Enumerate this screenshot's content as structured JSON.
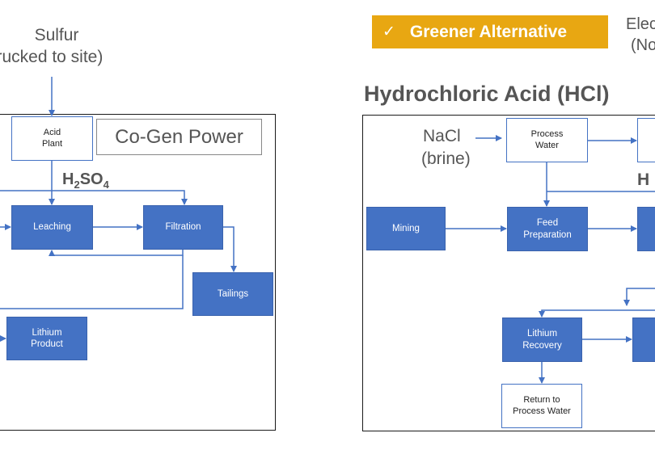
{
  "left": {
    "input_line1": "Sulfur",
    "input_line2": "(trucked to site)",
    "cogen": "Co-Gen Power",
    "acid_plant": [
      "Acid",
      "Plant"
    ],
    "reagent_main": "H",
    "reagent_sub1": "2",
    "reagent_mid": "SO",
    "reagent_sub2": "4",
    "leaching": "Leaching",
    "filtration": "Filtration",
    "tailings": "Tailings",
    "lithium_product": [
      "Lithium",
      "Product"
    ]
  },
  "right": {
    "banner_check": "✓",
    "banner_label": "Greener Alternative",
    "edge_text_line1": "Elec",
    "edge_text_line2": "(No",
    "title": "Hydrochloric Acid (HCl)",
    "nacl_line1": "NaCl",
    "nacl_line2": "(brine)",
    "process_water": [
      "Process",
      "Water"
    ],
    "hcl_partial": "H",
    "mining": "Mining",
    "feed_preparation": [
      "Feed",
      "Preparation"
    ],
    "lithium_recovery": [
      "Lithium",
      "Recovery"
    ],
    "return_water": [
      "Return to",
      "Process Water"
    ]
  },
  "colors": {
    "box_blue": "#4472c4",
    "banner": "#e8a712",
    "frame": "#1a1a1a",
    "text_gray": "#555555"
  }
}
